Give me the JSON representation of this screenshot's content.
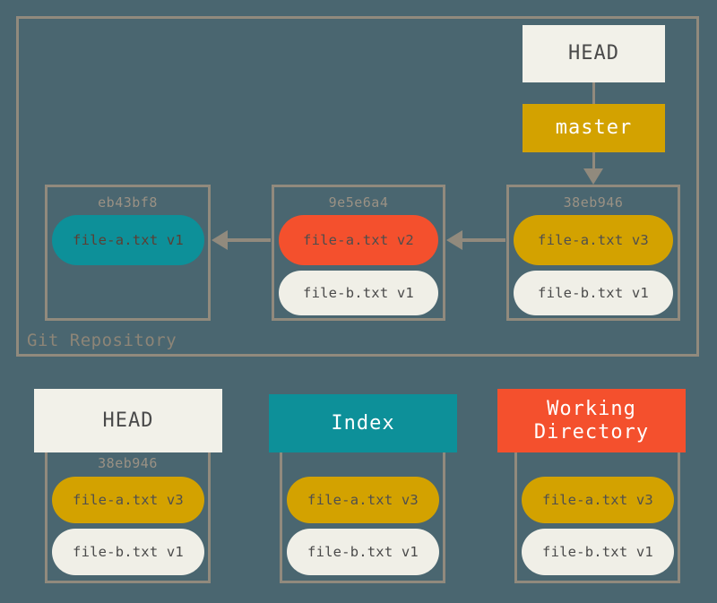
{
  "diagram": {
    "background_color": "#4a6670",
    "frame_color": "#918a7d",
    "repository": {
      "label": "Git Repository",
      "refs": {
        "head_label": "HEAD",
        "master_label": "master"
      },
      "commits": [
        {
          "hash": "eb43bf8",
          "files": [
            {
              "label": "file-a.txt v1",
              "color": "#0d9099",
              "style": "teal"
            }
          ]
        },
        {
          "hash": "9e5e6a4",
          "files": [
            {
              "label": "file-a.txt v2",
              "color": "#f4502d",
              "style": "red"
            },
            {
              "label": "file-b.txt v1",
              "color": "#f0efe7",
              "style": "cream"
            }
          ]
        },
        {
          "hash": "38eb946",
          "files": [
            {
              "label": "file-a.txt v3",
              "color": "#d3a200",
              "style": "gold"
            },
            {
              "label": "file-b.txt v1",
              "color": "#f0efe7",
              "style": "cream"
            }
          ]
        }
      ]
    },
    "areas": [
      {
        "title": "HEAD",
        "header_color": "#f2f1e9",
        "hash": "38eb946",
        "files": [
          {
            "label": "file-a.txt v3",
            "color": "#d3a200",
            "style": "gold"
          },
          {
            "label": "file-b.txt v1",
            "color": "#f0efe7",
            "style": "cream"
          }
        ]
      },
      {
        "title": "Index",
        "header_color": "#0d9099",
        "hash": "",
        "files": [
          {
            "label": "file-a.txt v3",
            "color": "#d3a200",
            "style": "gold"
          },
          {
            "label": "file-b.txt v1",
            "color": "#f0efe7",
            "style": "cream"
          }
        ]
      },
      {
        "title": "Working\nDirectory",
        "title_line1": "Working",
        "title_line2": "Directory",
        "header_color": "#f4502d",
        "hash": "",
        "files": [
          {
            "label": "file-a.txt v3",
            "color": "#d3a200",
            "style": "gold"
          },
          {
            "label": "file-b.txt v1",
            "color": "#f0efe7",
            "style": "cream"
          }
        ]
      }
    ]
  }
}
